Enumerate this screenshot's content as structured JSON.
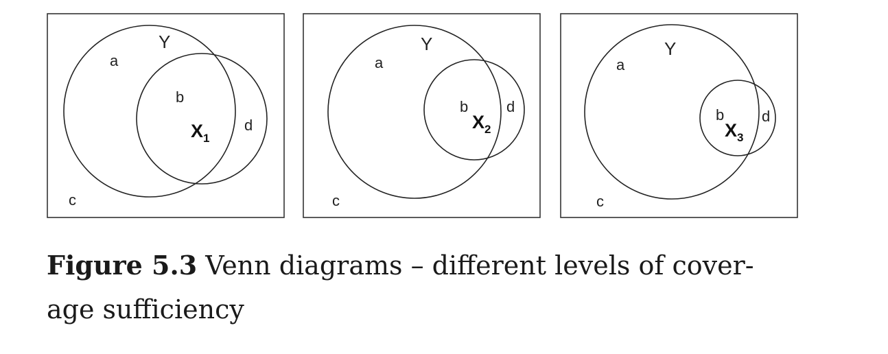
{
  "figure": {
    "caption_number": "Figure 5.3",
    "caption_text_line1": " Venn diagrams – different levels of cover-",
    "caption_text_line2": "age sufficiency"
  },
  "panels": [
    {
      "outcome_label": "Y",
      "condition_label": "X",
      "condition_subscript": "1",
      "regions": {
        "a": "a",
        "b": "b",
        "c": "c",
        "d": "d"
      }
    },
    {
      "outcome_label": "Y",
      "condition_label": "X",
      "condition_subscript": "2",
      "regions": {
        "a": "a",
        "b": "b",
        "c": "c",
        "d": "d"
      }
    },
    {
      "outcome_label": "Y",
      "condition_label": "X",
      "condition_subscript": "3",
      "regions": {
        "a": "a",
        "b": "b",
        "c": "c",
        "d": "d"
      }
    }
  ],
  "colors": {
    "stroke": "#222222",
    "background": "#ffffff",
    "text": "#1a1a1a"
  }
}
